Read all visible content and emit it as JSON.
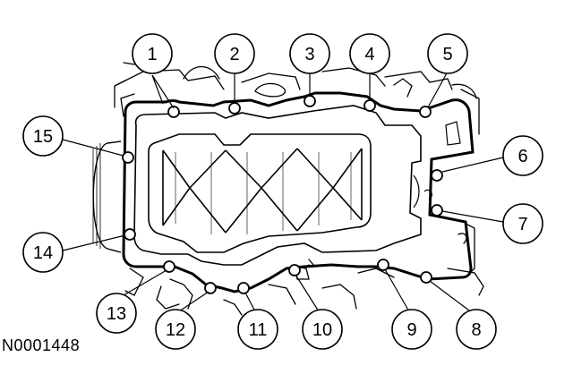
{
  "figure": {
    "id": "N0001448"
  },
  "callouts": [
    "1",
    "2",
    "3",
    "4",
    "5",
    "6",
    "7",
    "8",
    "9",
    "10",
    "11",
    "12",
    "13",
    "14",
    "15"
  ],
  "colors": {
    "line": "#000000",
    "background": "#ffffff"
  }
}
